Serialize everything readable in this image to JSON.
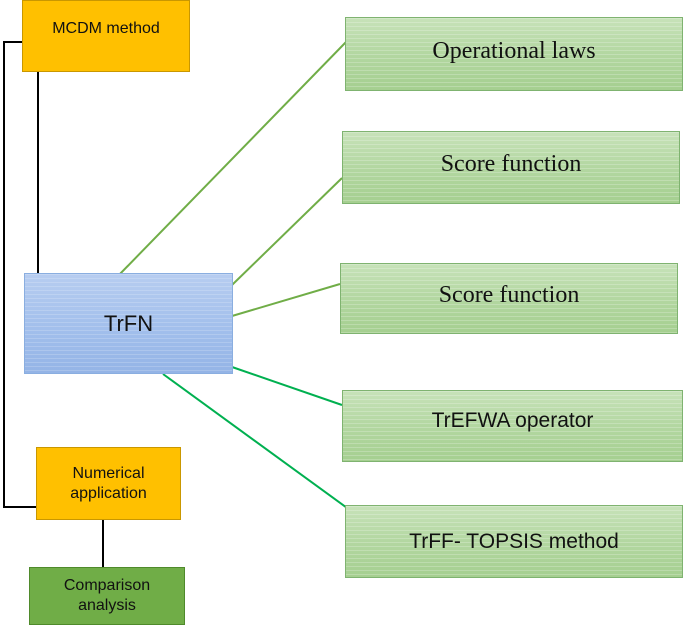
{
  "nodes": {
    "mcdm": "MCDM method",
    "trfn": "TrFN",
    "numerical": "Numerical application",
    "comparison": "Comparison analysis",
    "operational_laws": "Operational laws",
    "score_function_1": "Score function",
    "score_function_2": "Score function",
    "trefwa": "TrEFWA operator",
    "trff_topsis": "TrFF- TOPSIS method"
  },
  "colors": {
    "orange": "#ffc000",
    "blue": "#a7c3ee",
    "light_green": "#b3d7a1",
    "dark_green": "#70ad47",
    "connector_green": "#70ad47",
    "connector_teal": "#00b050",
    "connector_black": "#000000"
  }
}
